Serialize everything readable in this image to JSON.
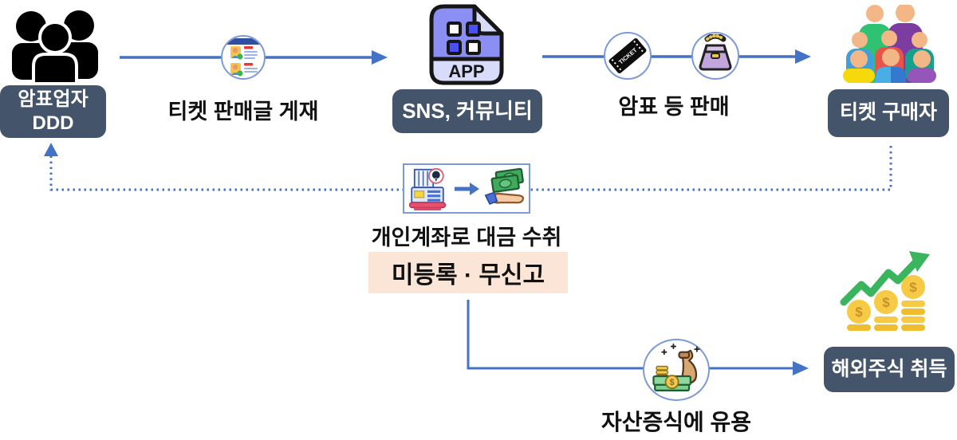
{
  "diagram_title": "ticket-scalping money flow",
  "colors": {
    "accent_blue": "#4472C4",
    "node_dark": "#44546A",
    "highlight_peach": "#FBE5D6",
    "growth_green": "#3BB45E",
    "coin_gold": "#F6CA45"
  },
  "nodes": {
    "scalper": {
      "line1": "암표업자",
      "line2": "DDD"
    },
    "sns": {
      "label": "SNS, 커뮤니티"
    },
    "buyer": {
      "label": "티켓 구매자"
    },
    "stocks": {
      "label": "해외주식 취득"
    }
  },
  "edges": {
    "post": {
      "label": "티켓 판매글 게재"
    },
    "sell": {
      "label": "암표 등 판매"
    },
    "payment": {
      "label": "개인계좌로 대금 수취"
    },
    "unregistered": {
      "label": "미등록 · 무신고"
    },
    "divert": {
      "label": "자산증식에 유용"
    }
  },
  "icons": {
    "app_text": "APP",
    "ticket_text": "TICKET",
    "dollar": "$"
  }
}
